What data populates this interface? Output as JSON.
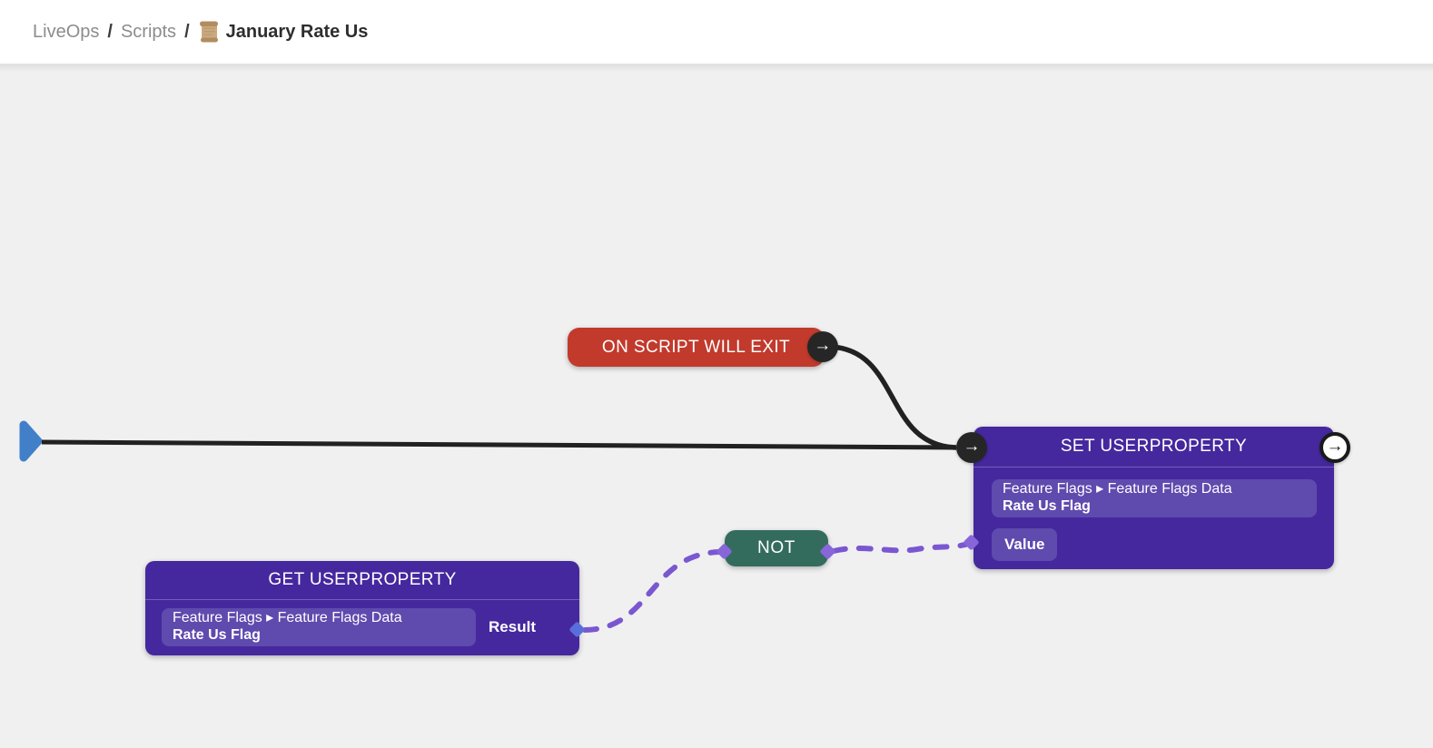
{
  "breadcrumb": {
    "section": "LiveOps",
    "subsection": "Scripts",
    "separator": "/",
    "script_icon": "scroll",
    "title": "January Rate Us"
  },
  "icons": {
    "arrow_right": "→",
    "path_separator": "▸"
  },
  "nodes": {
    "on_script_will_exit": {
      "title": "ON SCRIPT WILL EXIT"
    },
    "set_userproperty": {
      "title": "SET USERPROPERTY",
      "property_path": "Feature Flags ▸ Feature Flags Data",
      "property_name": "Rate Us Flag",
      "input_label": "Value"
    },
    "not": {
      "title": "NOT"
    },
    "get_userproperty": {
      "title": "GET USERPROPERTY",
      "property_path": "Feature Flags ▸ Feature Flags Data",
      "property_name": "Rate Us Flag",
      "output_label": "Result"
    }
  },
  "colors": {
    "event_node": "#c13a2c",
    "action_node": "#45289e",
    "action_pill": "#5f4aae",
    "logic_node": "#336c5d",
    "data_wire": "#7a57d1",
    "data_port": "#8766d9",
    "result_port": "#5a6edb",
    "exec_wire": "#212121",
    "entry_marker": "#4180c9",
    "canvas_bg": "#f0f0f1",
    "topbar_bg": "#ffffff"
  }
}
